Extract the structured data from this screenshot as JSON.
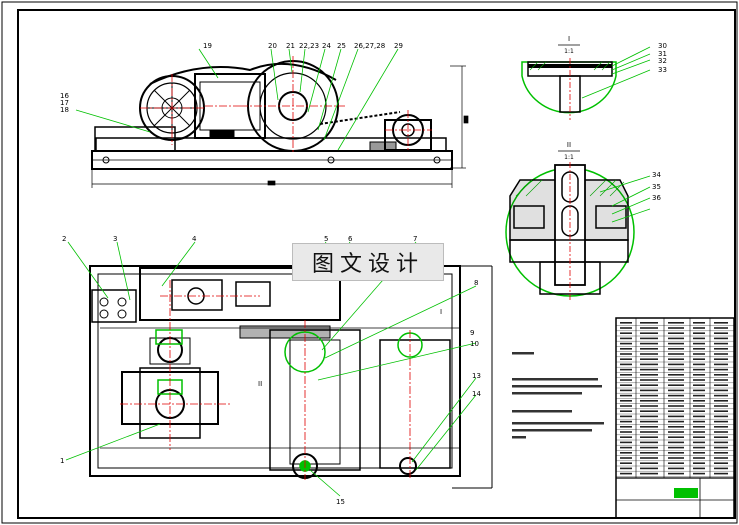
{
  "drawing": {
    "watermark": "图文设计",
    "detail_I": {
      "label": "I",
      "scale": "1:1"
    },
    "detail_II": {
      "label": "II",
      "scale": "1:1"
    },
    "view_marks": {
      "plan_I": "I",
      "plan_II": "II"
    },
    "callouts": {
      "c19": "19",
      "c20": "20",
      "c21": "21",
      "c22_23": "22,23",
      "c24": "24",
      "c25": "25",
      "c26": "26,27,28",
      "c29": "29",
      "c16": "16\n17\n18",
      "c30": "30",
      "c31": "31",
      "c32": "32",
      "c33": "33",
      "c34": "34",
      "c35": "35",
      "c36": "36",
      "c2": "2",
      "c3": "3",
      "c4": "4",
      "c5": "5",
      "c6": "6",
      "c7": "7",
      "c8": "8",
      "c1": "1",
      "c15": "15",
      "c13": "13",
      "c14": "14",
      "c9": "9",
      "c10": "10"
    }
  },
  "colors": {
    "outline": "#000000",
    "leader": "#00c000",
    "centerline": "#e00000",
    "hatch": "#00a000"
  }
}
